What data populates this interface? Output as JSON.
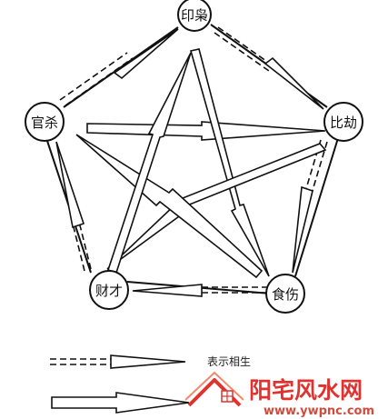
{
  "diagram": {
    "nodes": [
      {
        "id": "yin",
        "label": "印枭"
      },
      {
        "id": "bijie",
        "label": "比劫"
      },
      {
        "id": "shishang",
        "label": "食伤"
      },
      {
        "id": "caicai",
        "label": "财才"
      },
      {
        "id": "guansha",
        "label": "官杀"
      }
    ]
  },
  "legend": {
    "dashed_label": "表示相生",
    "solid_label": ""
  },
  "watermark": {
    "brand": "阳宅风水网",
    "url": "www.ywpnc.com",
    "colors": {
      "text": "#e0322e",
      "house": "#e0322e"
    }
  }
}
